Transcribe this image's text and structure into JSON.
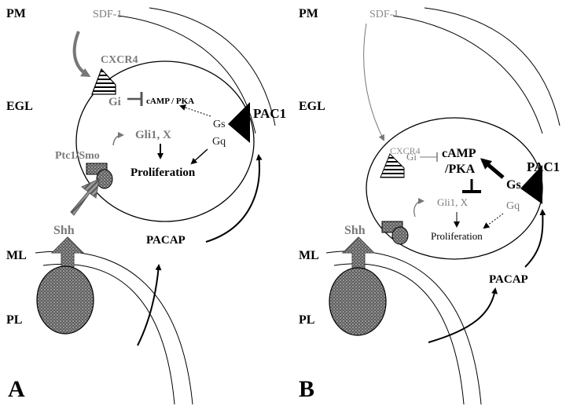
{
  "colors": {
    "black": "#000000",
    "grey_label": "#7a7a7a",
    "light_grey_label": "#8c8c8c",
    "shaded_shape": "#6f6f6f",
    "background": "#ffffff"
  },
  "panels": [
    {
      "panel_label": "A",
      "layers": {
        "pm": "PM",
        "egl": "EGL",
        "ml": "ML",
        "pl": "PL"
      },
      "labels": {
        "sdf1": "SDF-1",
        "cxcr4": "CXCR4",
        "gi": "Gi",
        "camp_pka": "cAMP / PKA",
        "gs": "Gs",
        "gq": "Gq",
        "pac1": "PAC1",
        "gli1x": "Gli1, X",
        "ptc1smo": "Ptc1/Smo",
        "proliferation": "Proliferation",
        "shh": "Shh",
        "pacap": "PACAP"
      }
    },
    {
      "panel_label": "B",
      "layers": {
        "pm": "PM",
        "egl": "EGL",
        "ml": "ML",
        "pl": "PL"
      },
      "labels": {
        "sdf1": "SDF-1",
        "cxcr4": "CXCR4",
        "gi": "Gi",
        "camp": "cAMP",
        "pka": "/PKA",
        "gs": "Gs",
        "gq": "Gq",
        "pac1": "PAC1",
        "gli1x": "Gli1, X",
        "proliferation": "Proliferation",
        "shh": "Shh",
        "pacap": "PACAP"
      }
    }
  ]
}
